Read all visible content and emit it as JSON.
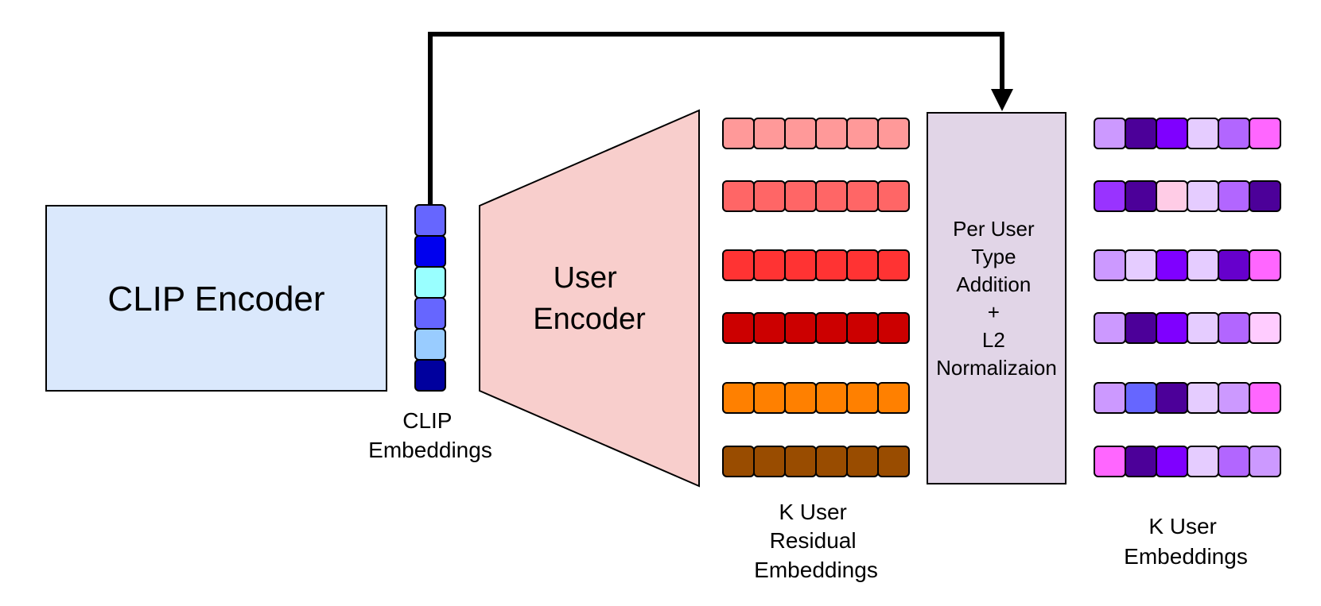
{
  "clip_encoder": {
    "label": "CLIP Encoder",
    "fill": "#dae8fc"
  },
  "clip_embeddings": {
    "label_lines": [
      "CLIP",
      "Embeddings"
    ],
    "cells": [
      "#6666ff",
      "#0000ee",
      "#99ffff",
      "#6666ff",
      "#99ccff",
      "#00009e"
    ]
  },
  "user_encoder": {
    "label_lines": [
      "User",
      "Encoder"
    ],
    "fill": "#f8cecc"
  },
  "residual_embeddings": {
    "label_lines": [
      "K User",
      "Residual",
      "Embeddings"
    ],
    "rows": [
      [
        "#ff9999",
        "#ff9999",
        "#ff9999",
        "#ff9999",
        "#ff9999",
        "#ff9999"
      ],
      [
        "#ff6666",
        "#ff6666",
        "#ff6666",
        "#ff6666",
        "#ff6666",
        "#ff6666"
      ],
      [
        "#ff3333",
        "#ff3333",
        "#ff3333",
        "#ff3333",
        "#ff3333",
        "#ff3333"
      ],
      [
        "#cc0000",
        "#cc0000",
        "#cc0000",
        "#cc0000",
        "#cc0000",
        "#cc0000"
      ],
      [
        "#ff8000",
        "#ff8000",
        "#ff8000",
        "#ff8000",
        "#ff8000",
        "#ff8000"
      ],
      [
        "#994c00",
        "#994c00",
        "#994c00",
        "#994c00",
        "#994c00",
        "#994c00"
      ]
    ]
  },
  "normalization_block": {
    "label_lines": [
      "Per User",
      "Type",
      "Addition",
      "+",
      "L2",
      "Normalizaion"
    ],
    "fill": "#e1d5e7"
  },
  "user_embeddings": {
    "label_lines": [
      "K User",
      "Embeddings"
    ],
    "rows": [
      [
        "#cc99ff",
        "#4c0099",
        "#7f00ff",
        "#e5ccff",
        "#b266ff",
        "#ff66ff"
      ],
      [
        "#9933ff",
        "#4c0099",
        "#ffcce6",
        "#e5ccff",
        "#b266ff",
        "#4c0099"
      ],
      [
        "#cc99ff",
        "#e5ccff",
        "#7f00ff",
        "#e5ccff",
        "#6600cc",
        "#ff66ff"
      ],
      [
        "#cc99ff",
        "#4c0099",
        "#7f00ff",
        "#e5ccff",
        "#b266ff",
        "#ffccff"
      ],
      [
        "#cc99ff",
        "#6666ff",
        "#4c0099",
        "#e5ccff",
        "#cc99ff",
        "#ff66ff"
      ],
      [
        "#ff66ff",
        "#4c0099",
        "#7f00ff",
        "#e5ccff",
        "#b266ff",
        "#cc99ff"
      ]
    ]
  }
}
